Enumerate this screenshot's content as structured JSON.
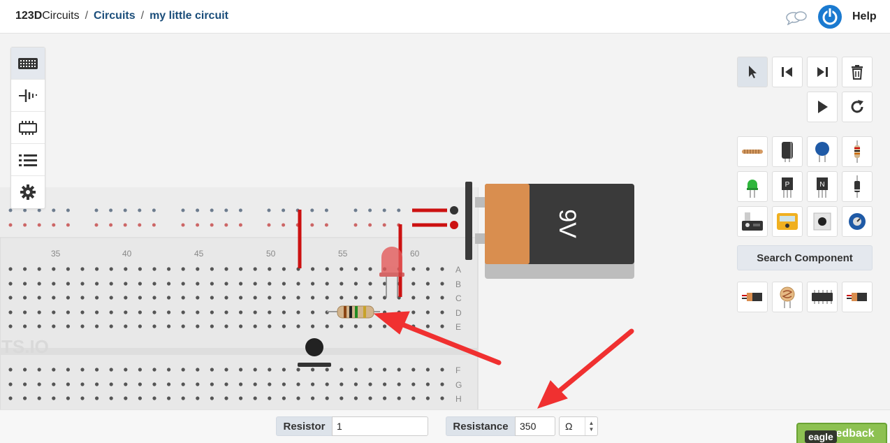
{
  "header": {
    "brand_bold": "123D",
    "brand_rest": "Circuits",
    "separator": "/",
    "breadcrumbs": [
      "Circuits",
      "my little circuit"
    ],
    "help_label": "Help"
  },
  "left_toolbar": {
    "items": [
      {
        "icon": "breadboard-icon",
        "active": true
      },
      {
        "icon": "power-supply-icon",
        "active": false
      },
      {
        "icon": "chip-icon",
        "active": false
      },
      {
        "icon": "list-icon",
        "active": false
      },
      {
        "icon": "gear-icon",
        "active": false
      }
    ]
  },
  "sim_controls": {
    "buttons": [
      "select-pointer-icon",
      "step-back-icon",
      "step-forward-icon",
      "trash-icon",
      "play-icon",
      "reload-icon"
    ]
  },
  "components": {
    "tiles": [
      "wire-coil-icon",
      "capacitor-icon",
      "ceramic-capacitor-icon",
      "resistor-icon",
      "led-icon",
      "pnp-transistor-icon",
      "npn-transistor-icon",
      "diode-icon",
      "arduino-icon",
      "multimeter-icon",
      "pushbutton-icon",
      "potentiometer-icon"
    ],
    "search_label": "Search Component",
    "bottom_tiles": [
      "battery-holder-icon",
      "photoresistor-icon",
      "ic-chip-icon",
      "battery-pack-icon"
    ]
  },
  "breadboard": {
    "column_numbers": [
      "35",
      "40",
      "45",
      "50",
      "55",
      "60"
    ],
    "row_letters": [
      "A",
      "B",
      "C",
      "D",
      "E",
      "F",
      "G",
      "H"
    ],
    "watermark": "TS.IO"
  },
  "battery": {
    "label": "9V"
  },
  "properties": {
    "resistor_label": "Resistor",
    "resistor_value": "1",
    "resistance_label": "Resistance",
    "resistance_value": "350",
    "unit": "Ω"
  },
  "feedback": {
    "label": "edback",
    "tooltip": "eagle"
  },
  "colors": {
    "wire_red": "#cc1111",
    "battery_orange": "#d98e4f",
    "battery_dark": "#3a3a3a",
    "accent_blue": "#1a7ad0",
    "arrow_red": "#f03030",
    "feedback_green": "#8dc152"
  }
}
